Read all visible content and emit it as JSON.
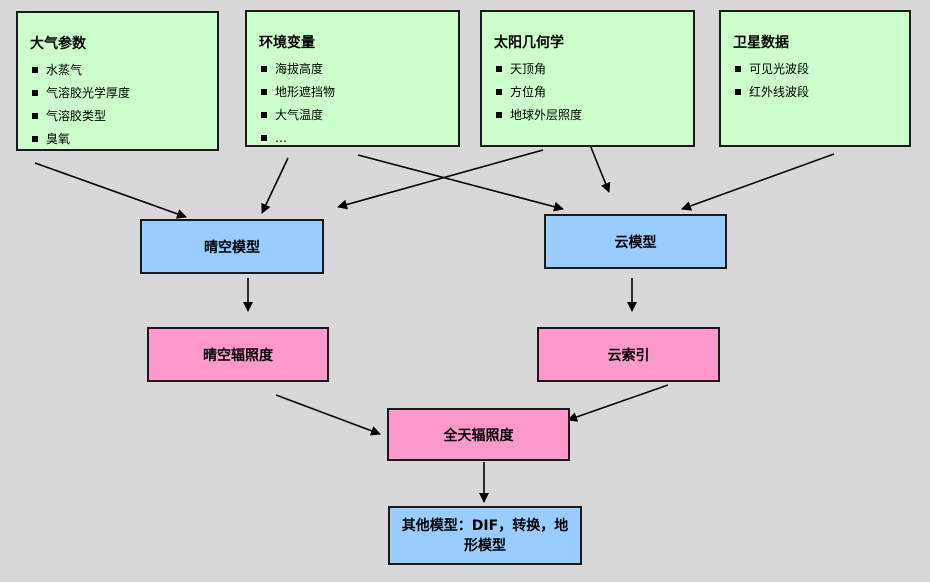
{
  "inputs": {
    "atmosphere": {
      "title": "大气参数",
      "items": [
        "水蒸气",
        "气溶胶光学厚度",
        "气溶胶类型",
        "臭氧"
      ]
    },
    "environment": {
      "title": "环境变量",
      "items": [
        "海拔高度",
        "地形遮挡物",
        "大气温度",
        "…"
      ]
    },
    "solar": {
      "title": "太阳几何学",
      "items": [
        "天顶角",
        "方位角",
        "地球外层照度"
      ]
    },
    "satellite": {
      "title": "卫星数据",
      "items": [
        "可见光波段",
        "红外线波段"
      ]
    }
  },
  "models": {
    "clear_sky": "晴空模型",
    "cloud": "云模型"
  },
  "outputs": {
    "clear_sky_irradiance": "晴空辐照度",
    "cloud_index": "云索引",
    "all_sky_irradiance": "全天辐照度",
    "other_models": "其他模型：DIF，转换，地形模型"
  },
  "colors": {
    "input_fill": "#ccffcc",
    "model_fill": "#99ccff",
    "output_fill": "#ff99cc",
    "background": "#d8d8d8"
  }
}
